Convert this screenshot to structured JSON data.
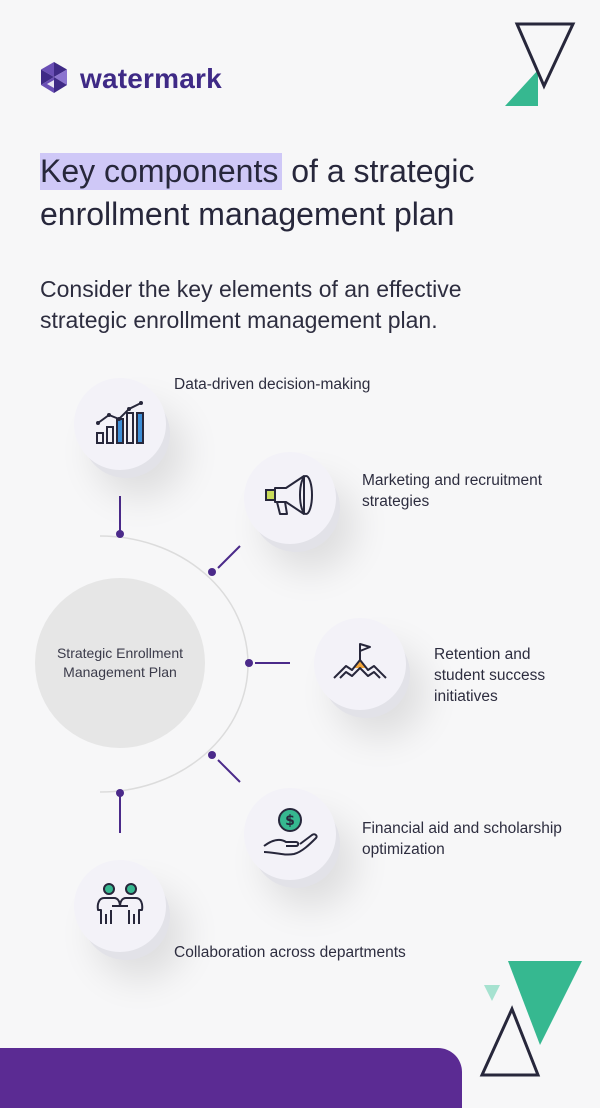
{
  "brand": {
    "name": "watermark"
  },
  "title": {
    "highlight": "Key components",
    "rest": " of a strategic enrollment management plan"
  },
  "subtitle": "Consider the key elements of an effective strategic enrollment management plan.",
  "diagram": {
    "center": "Strategic Enrollment Management Plan",
    "components": [
      {
        "label": "Data-driven decision-making",
        "icon": "bar-chart-trend-icon"
      },
      {
        "label": "Marketing and recruitment strategies",
        "icon": "megaphone-icon"
      },
      {
        "label": "Retention and student success initiatives",
        "icon": "mountain-flag-icon"
      },
      {
        "label": "Financial aid and scholarship optimization",
        "icon": "hand-dollar-coin-icon"
      },
      {
        "label": "Collaboration across departments",
        "icon": "two-people-icon"
      }
    ]
  },
  "colors": {
    "brand_purple": "#3f2a86",
    "highlight": "#cfc8f7",
    "accent_green": "#36b890",
    "accent_light_green": "#a6e2d0",
    "accent_yellow": "#c9dc5a",
    "accent_orange": "#f3a63a",
    "accent_blue": "#3d8ed6",
    "footer_purple": "#5b2b93"
  }
}
